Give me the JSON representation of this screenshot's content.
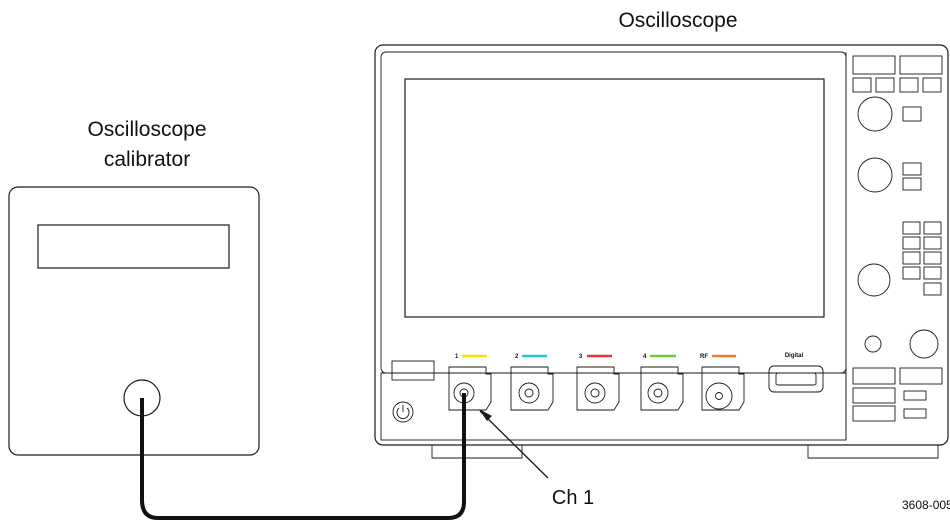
{
  "labels": {
    "oscilloscope": "Oscilloscope",
    "calibrator_line1": "Oscilloscope",
    "calibrator_line2": "calibrator",
    "channel_callout": "Ch 1",
    "figure_number": "3608-005"
  },
  "channels": [
    {
      "label": "1",
      "color": "#f2e200"
    },
    {
      "label": "2",
      "color": "#1ec8d8"
    },
    {
      "label": "3",
      "color": "#e8333a"
    },
    {
      "label": "4",
      "color": "#6cc83a"
    },
    {
      "label": "RF",
      "color": "#f07a28"
    }
  ],
  "digital_label": "Digital",
  "cable_color": "#111111"
}
